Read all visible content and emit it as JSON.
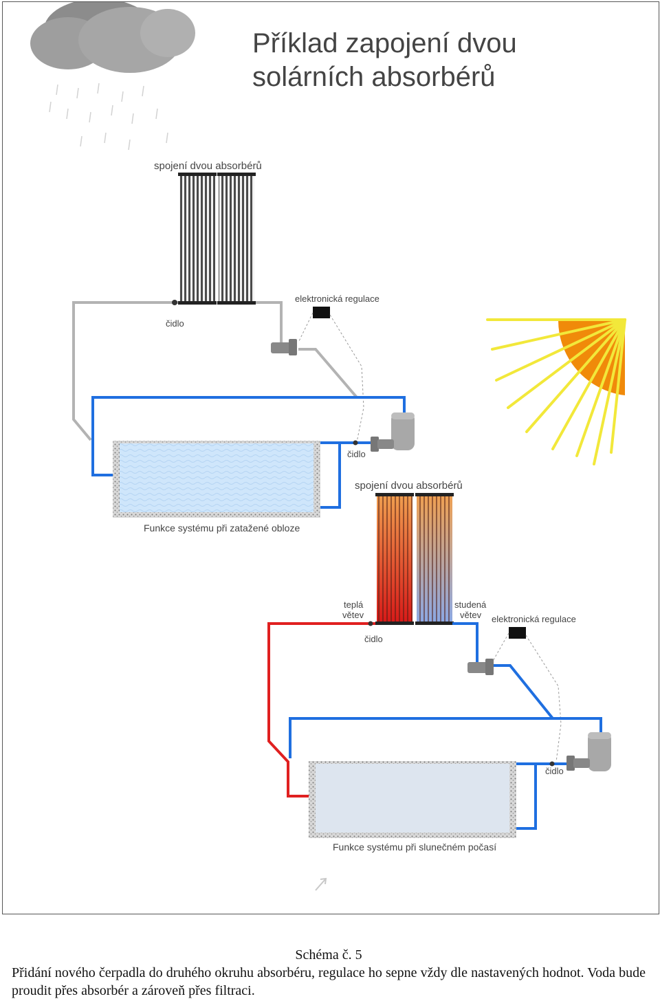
{
  "diagram": {
    "title_line1": "Příklad zapojení dvou",
    "title_line2": "solárních absorbérů",
    "top": {
      "absorber_label": "spojení dvou absorbérů",
      "controller_label": "elektronická regulace",
      "sensor_label_1": "čidlo",
      "sensor_label_2": "čidlo",
      "caption": "Funkce systému při zatažené obloze"
    },
    "bottom": {
      "absorber_label": "spojení dvou absorbérů",
      "warm_branch_line1": "teplá",
      "warm_branch_line2": "větev",
      "cold_branch_line1": "studená",
      "cold_branch_line2": "větev",
      "controller_label": "elektronická regulace",
      "sensor_label_1": "čidlo",
      "sensor_label_2": "čidlo",
      "caption": "Funkce systému při slunečném počasí"
    },
    "colors": {
      "cold_pipe": "#1f6fe0",
      "warm_pipe": "#e02020",
      "inactive_pipe": "#b3b3b3",
      "sun": "#f08a0a",
      "sun_rays": "#f2e83a",
      "water_cloudy": "#cfe6fb",
      "water_sunny": "#dde5ef"
    }
  },
  "caption": {
    "title": "Schéma č. 5",
    "text": "Přidání nového čerpadla do druhého okruhu absorbéru, regulace ho sepne vždy dle nastavených hodnot. Voda bude proudit přes absorbér a zároveň přes filtraci."
  }
}
